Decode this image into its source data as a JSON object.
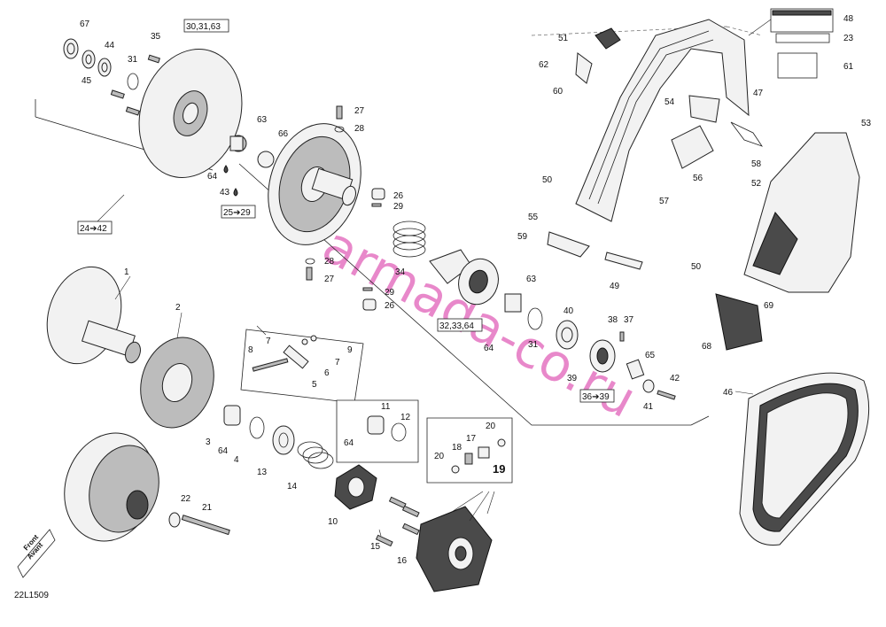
{
  "diagram": {
    "code": "22L1509",
    "watermark": "armada-co.ru",
    "front_label": "Front",
    "front_label_alt": "Avant",
    "callouts": [
      {
        "id": "c1",
        "text": "1"
      },
      {
        "id": "c2",
        "text": "2"
      },
      {
        "id": "c3",
        "text": "3"
      },
      {
        "id": "c4",
        "text": "4"
      },
      {
        "id": "c5",
        "text": "5"
      },
      {
        "id": "c6",
        "text": "6"
      },
      {
        "id": "c7a",
        "text": "7"
      },
      {
        "id": "c7b",
        "text": "7"
      },
      {
        "id": "c8",
        "text": "8"
      },
      {
        "id": "c9",
        "text": "9"
      },
      {
        "id": "c10",
        "text": "10"
      },
      {
        "id": "c11",
        "text": "11"
      },
      {
        "id": "c12",
        "text": "12"
      },
      {
        "id": "c13",
        "text": "13"
      },
      {
        "id": "c14",
        "text": "14"
      },
      {
        "id": "c15",
        "text": "15"
      },
      {
        "id": "c16",
        "text": "16"
      },
      {
        "id": "c17",
        "text": "17"
      },
      {
        "id": "c18",
        "text": "18"
      },
      {
        "id": "c19",
        "text": "19"
      },
      {
        "id": "c20a",
        "text": "20"
      },
      {
        "id": "c20b",
        "text": "20"
      },
      {
        "id": "c21",
        "text": "21"
      },
      {
        "id": "c22",
        "text": "22"
      },
      {
        "id": "c26a",
        "text": "26"
      },
      {
        "id": "c26b",
        "text": "26"
      },
      {
        "id": "c27a",
        "text": "27"
      },
      {
        "id": "c27b",
        "text": "27"
      },
      {
        "id": "c28a",
        "text": "28"
      },
      {
        "id": "c28b",
        "text": "28"
      },
      {
        "id": "c29a",
        "text": "29"
      },
      {
        "id": "c29b",
        "text": "29"
      },
      {
        "id": "c31a",
        "text": "31"
      },
      {
        "id": "c31b",
        "text": "31"
      },
      {
        "id": "c34",
        "text": "34"
      },
      {
        "id": "c35",
        "text": "35"
      },
      {
        "id": "c37",
        "text": "37"
      },
      {
        "id": "c38",
        "text": "38"
      },
      {
        "id": "c39",
        "text": "39"
      },
      {
        "id": "c40",
        "text": "40"
      },
      {
        "id": "c41",
        "text": "41"
      },
      {
        "id": "c42",
        "text": "42"
      },
      {
        "id": "c43",
        "text": "43"
      },
      {
        "id": "c44",
        "text": "44"
      },
      {
        "id": "c45",
        "text": "45"
      },
      {
        "id": "c46",
        "text": "46"
      },
      {
        "id": "c47",
        "text": "47"
      },
      {
        "id": "c48",
        "text": "48"
      },
      {
        "id": "c49",
        "text": "49"
      },
      {
        "id": "c50a",
        "text": "50"
      },
      {
        "id": "c50b",
        "text": "50"
      },
      {
        "id": "c51",
        "text": "51"
      },
      {
        "id": "c52",
        "text": "52"
      },
      {
        "id": "c53",
        "text": "53"
      },
      {
        "id": "c54",
        "text": "54"
      },
      {
        "id": "c55",
        "text": "55"
      },
      {
        "id": "c56",
        "text": "56"
      },
      {
        "id": "c57",
        "text": "57"
      },
      {
        "id": "c58",
        "text": "58"
      },
      {
        "id": "c59",
        "text": "59"
      },
      {
        "id": "c60",
        "text": "60"
      },
      {
        "id": "c61",
        "text": "61"
      },
      {
        "id": "c62",
        "text": "62"
      },
      {
        "id": "c63a",
        "text": "63"
      },
      {
        "id": "c63b",
        "text": "63"
      },
      {
        "id": "c64a",
        "text": "64"
      },
      {
        "id": "c64b",
        "text": "64"
      },
      {
        "id": "c64c",
        "text": "64"
      },
      {
        "id": "c64d",
        "text": "64"
      },
      {
        "id": "c65",
        "text": "65"
      },
      {
        "id": "c66",
        "text": "66"
      },
      {
        "id": "c67",
        "text": "67"
      },
      {
        "id": "c68",
        "text": "68"
      },
      {
        "id": "c69",
        "text": "69"
      },
      {
        "id": "c23",
        "text": "23"
      }
    ],
    "boxed_callouts": [
      {
        "id": "b303163",
        "text": "30,31,63"
      },
      {
        "id": "b2442",
        "text": "24➔42"
      },
      {
        "id": "b2529",
        "text": "25➔29"
      },
      {
        "id": "b323364",
        "text": "32,33,64"
      },
      {
        "id": "b3639",
        "text": "36➔39"
      }
    ]
  }
}
